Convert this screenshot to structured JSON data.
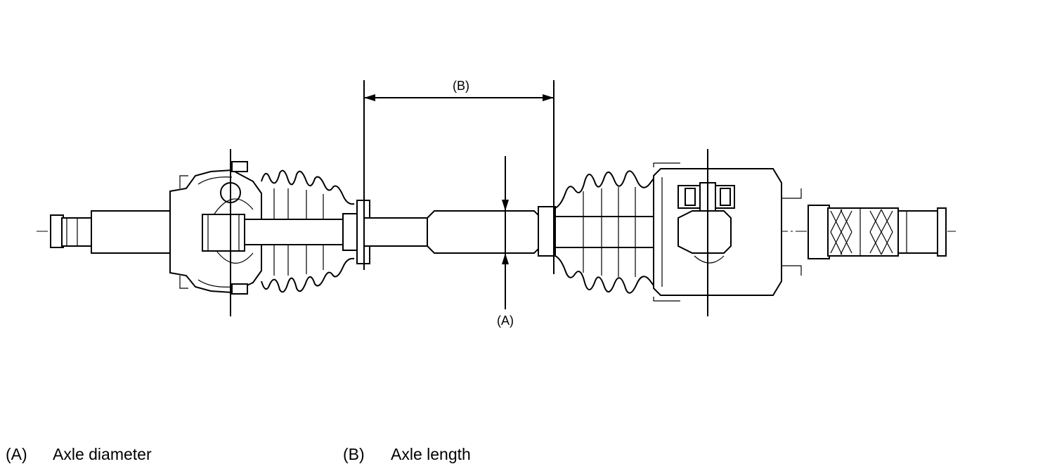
{
  "diagram": {
    "dimension_labels": {
      "a": "(A)",
      "b": "(B)"
    }
  },
  "legend": {
    "items": [
      {
        "key": "(A)",
        "text": "Axle diameter"
      },
      {
        "key": "(B)",
        "text": "Axle length"
      }
    ]
  },
  "colors": {
    "line": "#000000",
    "background": "#ffffff"
  }
}
